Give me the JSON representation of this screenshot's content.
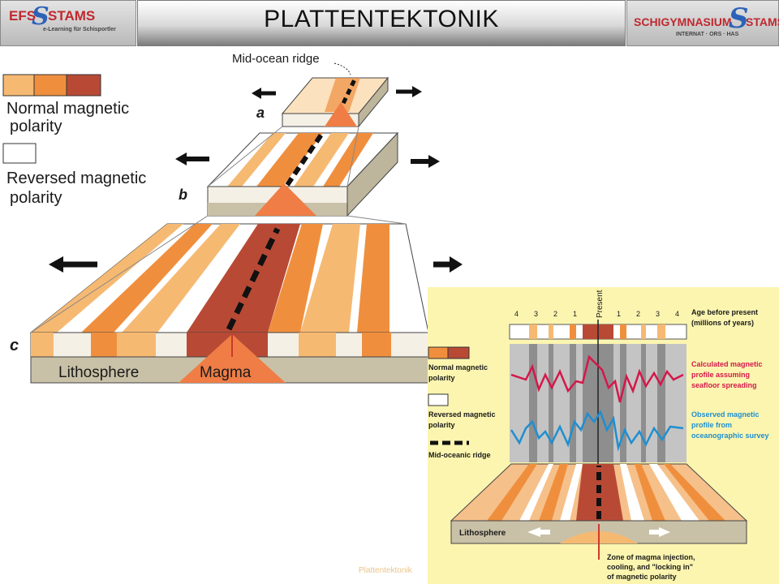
{
  "header": {
    "title": "PLATTENTEKTONIK",
    "left_logo": {
      "efs": "EFS",
      "stams": "STAMS",
      "subtitle": "e-Learning für Schisportler"
    },
    "right_logo": {
      "name": "SCHIGYMNASIUM",
      "stams": "STAMS",
      "subtitle": "INTERNAT · ORS · HAS"
    }
  },
  "left_diagram": {
    "ridge_label": "Mid-ocean ridge",
    "legend_normal": "Normal magnetic polarity",
    "legend_normal_l1": "Normal magnetic",
    "legend_normal_l2": "polarity",
    "legend_reversed_l1": "Reversed magnetic",
    "legend_reversed_l2": "polarity",
    "stage_a": "a",
    "stage_b": "b",
    "stage_c": "c",
    "lithosphere": "Lithosphere",
    "magma": "Magma"
  },
  "right_diagram": {
    "present": "Present",
    "age_ticks": [
      "4",
      "3",
      "2",
      "1",
      "1",
      "2",
      "3",
      "4"
    ],
    "age_label_l1": "Age before present",
    "age_label_l2": "(millions of years)",
    "calc_l1": "Calculated magnetic",
    "calc_l2": "profile assuming",
    "calc_l3": "seafloor spreading",
    "obs_l1": "Observed magnetic",
    "obs_l2": "profile from",
    "obs_l3": "oceanographic survey",
    "legend_normal_l1": "Normal magnetic",
    "legend_normal_l2": "polarity",
    "legend_reversed_l1": "Reversed magnetic",
    "legend_reversed_l2": "polarity",
    "legend_ridge": "Mid-oceanic ridge",
    "lithosphere": "Lithosphere",
    "zone_l1": "Zone of magma injection,",
    "zone_l2": "cooling, and \"locking in\"",
    "zone_l3": "of magnetic polarity"
  },
  "colors": {
    "light_orange": "#f6b972",
    "mid_orange": "#ef8f3e",
    "dark_red": "#b84a35",
    "calc_line": "#d4184a",
    "obs_line": "#1e8fd0",
    "gray_panel": "#c4c4c4",
    "lithosphere": "#c9c1a7"
  },
  "footer": {
    "text": "Plattentektonik"
  }
}
